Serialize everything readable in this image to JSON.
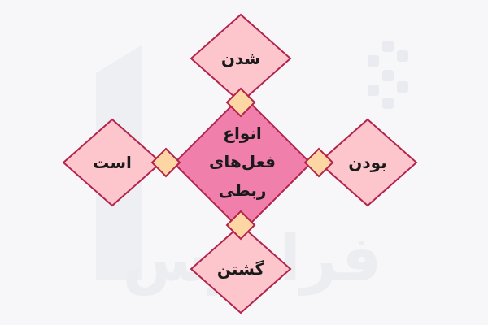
{
  "diagram": {
    "center": {
      "lines": [
        "انواع",
        "فعل‌های",
        "ربطی"
      ]
    },
    "nodes": {
      "top": "شدن",
      "left": "است",
      "right": "بودن",
      "bottom": "گشتن"
    },
    "watermark": "فرادرس",
    "colors": {
      "background": "#f7f7f9",
      "center_fill": "#f07fab",
      "node_fill": "#fcc6cc",
      "stroke": "#b3234c",
      "connector_fill": "#fdd6a4",
      "text": "#1a1a1a",
      "watermark": "#ecedf1"
    }
  }
}
